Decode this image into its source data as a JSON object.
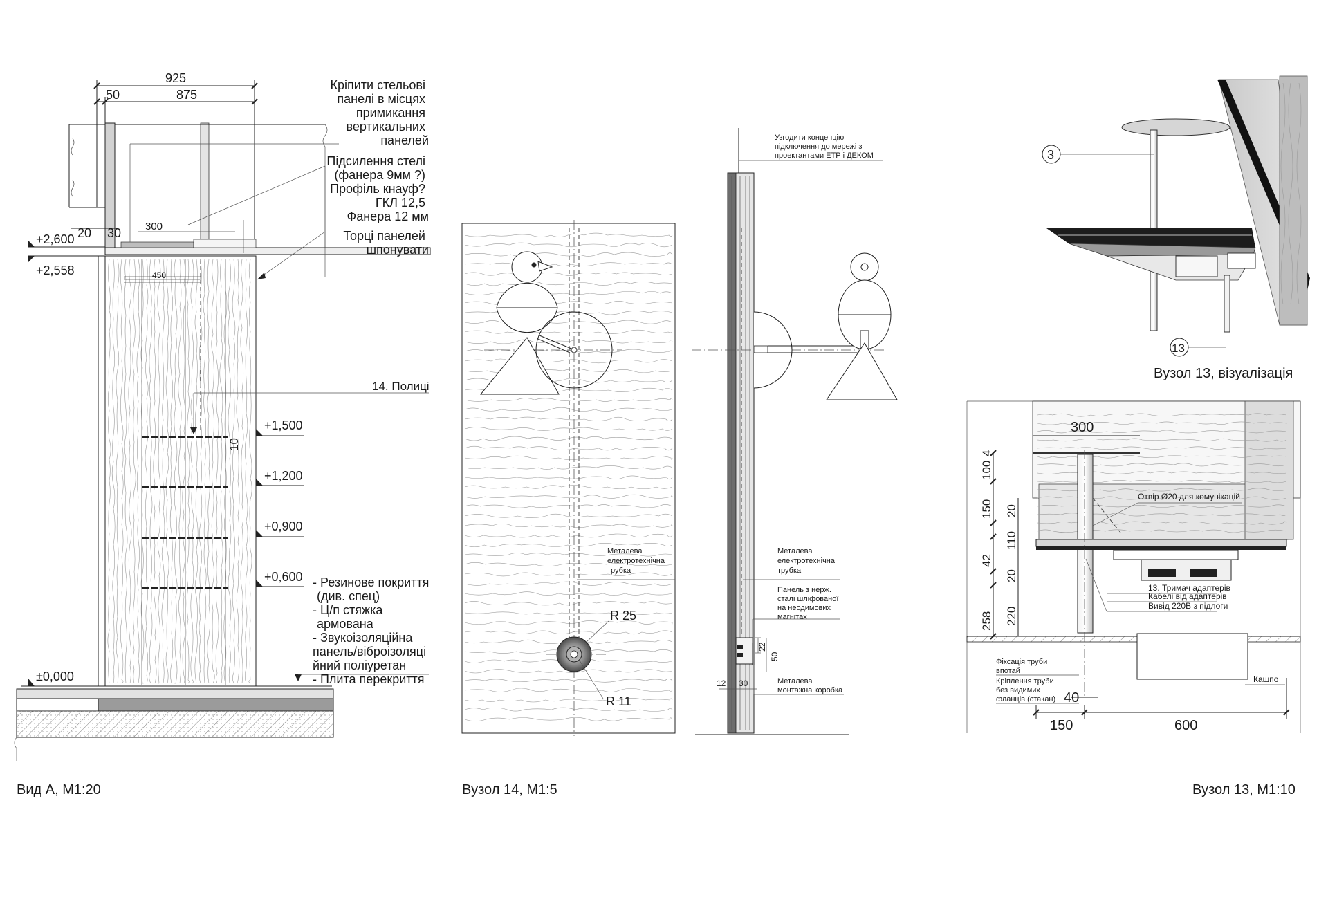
{
  "view_a": {
    "title": "Вид А, М1:20",
    "dim_total": "925",
    "dim_left": "50",
    "dim_right": "875",
    "dim_20": "20",
    "dim_30": "30",
    "dim_300": "300",
    "dim_450": "450",
    "dim_10": "10",
    "level_2600": "+2,600",
    "level_2558": "+2,558",
    "level_1500": "+1,500",
    "level_1200": "+1,200",
    "level_0900": "+0,900",
    "level_0600": "+0,600",
    "level_0000": "±0,000",
    "note_ceiling_fix": [
      "Кріпити стельові",
      "панелі в місцях",
      "примикання",
      "вертикальних",
      "панелей"
    ],
    "note_ceiling_reinf": [
      "Підсилення стелі",
      "(фанера 9мм ?)",
      "Профіль кнауф?",
      "ГКЛ 12,5",
      "Фанера 12 мм"
    ],
    "note_panel_edges": [
      "Торці панелей",
      "шпонувати"
    ],
    "note_shelves": "14. Полиці",
    "note_floor": [
      "- Резинове покриття",
      "(див. спец)",
      "- Ц/п стяжка",
      "армована",
      "- Звукоізоляційна",
      "панель/віброізоляці",
      "йний поліуретан",
      "- Плита перекриття"
    ]
  },
  "node14": {
    "title": "Вузол 14, М1:5",
    "note_coordinate": [
      "Узгодити концепцію",
      "підключення до мережі з",
      "проектантами ЕТР і ДЕКОМ"
    ],
    "note_tube_front": [
      "Металева",
      "електротехнічна",
      "трубка"
    ],
    "note_tube_side": [
      "Металева",
      "електротехнічна",
      "трубка"
    ],
    "note_panel": [
      "Панель з нерж.",
      "сталі шліфованої",
      "на неодимових",
      "магнітах"
    ],
    "note_box": [
      "Металева",
      "монтажна коробка"
    ],
    "r25": "R 25",
    "r11": "R 11",
    "dim_12": "12",
    "dim_30": "30",
    "dim_22": "22",
    "dim_50": "50"
  },
  "node13": {
    "title": "Вузол 13, М1:10",
    "vis_title": "Вузол 13, візуалізація",
    "callout_3": "3",
    "callout_13": "13",
    "dim_300": "300",
    "dim_150_bottom": "150",
    "dim_600": "600",
    "dim_40": "40",
    "dims_vertical": [
      "4",
      "100",
      "150",
      "20",
      "110",
      "42",
      "20",
      "258",
      "220"
    ],
    "note_hole": "Отвір Ø20 для комунікацій",
    "note_holder": "13. Тримач адаптерів",
    "note_cables": "Кабелі від адаптерів",
    "note_output": "Вивід 220В з підлоги",
    "note_pipe_fix": [
      "Фіксація труби",
      "впотай"
    ],
    "note_pipe_mount": [
      "Кріплення труби",
      "без видимих",
      "фланців (стакан)"
    ],
    "note_planter": "Кашпо"
  }
}
